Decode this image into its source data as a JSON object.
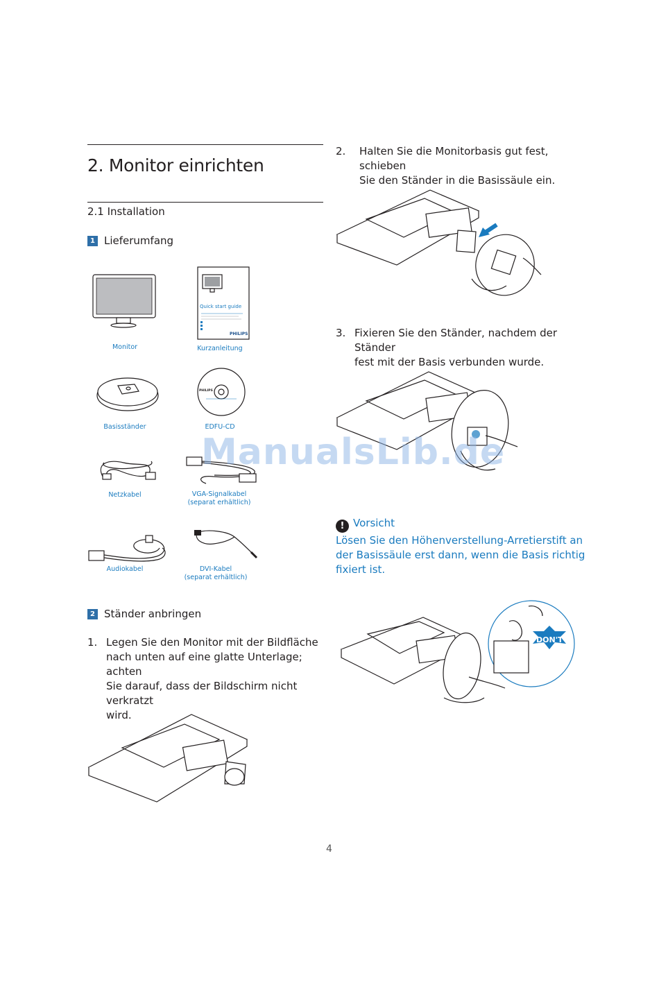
{
  "chapter": {
    "title": "2. Monitor einrichten"
  },
  "section": {
    "title": "2.1 Installation"
  },
  "sub1": {
    "num": "1",
    "title": "Lieferumfang"
  },
  "contents": [
    {
      "label": "Monitor"
    },
    {
      "label": "Kurzanleitung"
    },
    {
      "label": "Basisständer"
    },
    {
      "label": "EDFU-CD"
    },
    {
      "label": "Netzkabel"
    },
    {
      "label": "VGA-Signalkabel",
      "note": "(separat erhältlich)"
    },
    {
      "label": "Audiokabel"
    },
    {
      "label": "DVI-Kabel",
      "note": "(separat erhältlich)"
    }
  ],
  "guide_art": {
    "title": "Quick start guide",
    "brand": "PHILIPS"
  },
  "cd_art": {
    "brand": "PHILIPS"
  },
  "sub2": {
    "num": "2",
    "title": "Ständer anbringen"
  },
  "steps": [
    {
      "num": "1.",
      "lines": [
        "Legen Sie den Monitor mit der Bildfläche",
        "nach unten auf eine glatte Unterlage; achten",
        "Sie darauf, dass der Bildschirm nicht verkratzt",
        "wird."
      ]
    },
    {
      "num": "2.",
      "lines": [
        "Halten Sie die Monitorbasis gut fest, schieben",
        "Sie den Ständer in die Basissäule ein."
      ]
    },
    {
      "num": "3.",
      "lines": [
        "Fixieren Sie den Ständer, nachdem der Ständer",
        "fest mit der Basis verbunden wurde."
      ]
    }
  ],
  "caution": {
    "title": "Vorsicht",
    "lines": [
      "Lösen Sie den Höhenverstellung-Arretierstift an",
      "der Basissäule erst dann, wenn die Basis richtig",
      "fixiert ist."
    ]
  },
  "dont_label": "DON'T",
  "watermark": "ManualsLib.de",
  "page_number": "4",
  "colors": {
    "accent": "#1a7bbf",
    "badge": "#2e6fa8",
    "text": "#231f20"
  }
}
